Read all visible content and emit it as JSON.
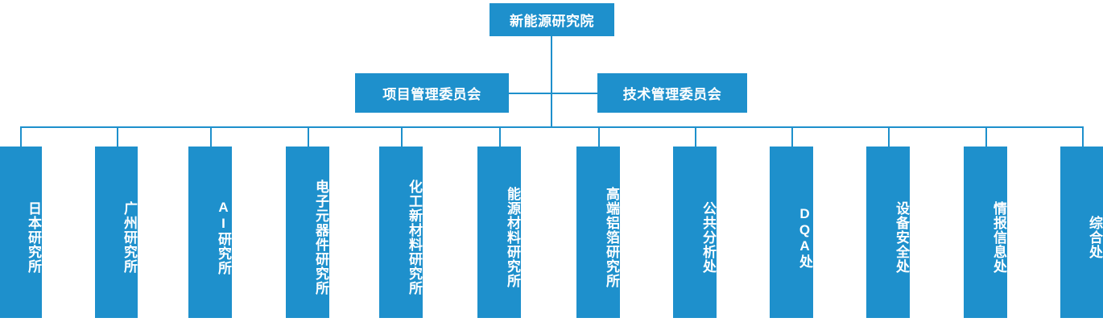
{
  "diagram": {
    "type": "organization-chart",
    "title_node": {
      "label": "新能源研究院"
    },
    "colors": {
      "node_fill": "#1e90cc",
      "node_text": "#ffffff",
      "connector": "#1e90cc",
      "background": "#ffffff"
    },
    "committees": [
      {
        "label": "项目管理委员会"
      },
      {
        "label": "技术管理委员会"
      }
    ],
    "departments": [
      {
        "label": "日本研究所"
      },
      {
        "label": "广州研究所"
      },
      {
        "label": "AI研究所"
      },
      {
        "label": "电子元器件研究所"
      },
      {
        "label": "化工新材料研究所"
      },
      {
        "label": "能源材料研究所"
      },
      {
        "label": "高端铝箔研究所"
      },
      {
        "label": "公共分析处"
      },
      {
        "label": "DQA处"
      },
      {
        "label": "设备安全处"
      },
      {
        "label": "情报信息处"
      },
      {
        "label": "综合处"
      }
    ]
  }
}
